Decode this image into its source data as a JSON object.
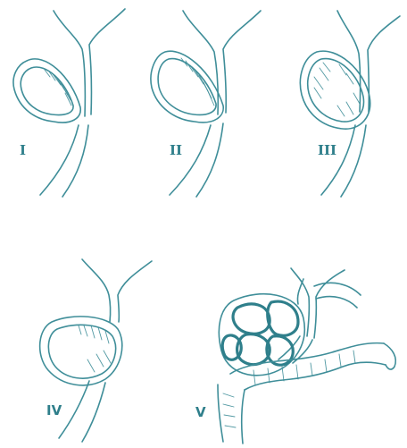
{
  "panels": [
    {
      "id": "panel-1",
      "label": "I"
    },
    {
      "id": "panel-2",
      "label": "II"
    },
    {
      "id": "panel-3",
      "label": "III"
    },
    {
      "id": "panel-4",
      "label": "IV"
    },
    {
      "id": "panel-5",
      "label": "V"
    }
  ],
  "colors": {
    "line": "#3f8e99",
    "label": "#2f7f8b",
    "background": "#ffffff"
  }
}
